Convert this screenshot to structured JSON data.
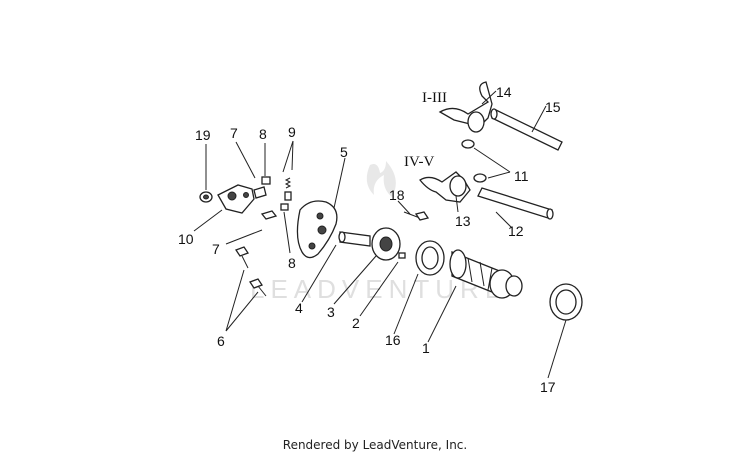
{
  "diagram": {
    "gear_labels": {
      "upper": "I-III",
      "lower": "IV-V"
    },
    "callouts": {
      "n1": "1",
      "n2": "2",
      "n3": "3",
      "n4": "4",
      "n5": "5",
      "n6": "6",
      "n7a": "7",
      "n7b": "7",
      "n8a": "8",
      "n8b": "8",
      "n9": "9",
      "n10": "10",
      "n11": "11",
      "n12": "12",
      "n13": "13",
      "n14": "14",
      "n15": "15",
      "n16": "16",
      "n17": "17",
      "n18": "18",
      "n19": "19"
    },
    "watermark": "LEADVENTURE"
  },
  "footer": {
    "text": "Rendered by LeadVenture, Inc."
  }
}
